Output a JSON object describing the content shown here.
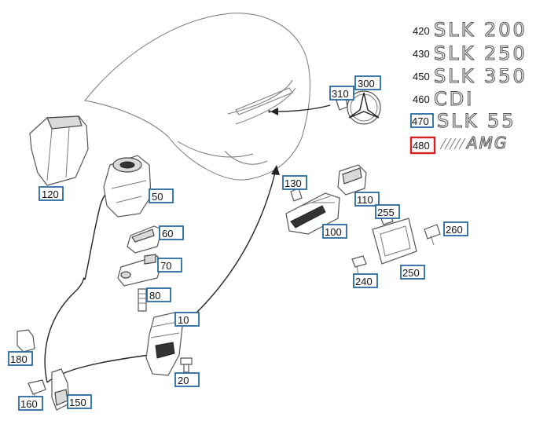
{
  "diagram": {
    "callouts": [
      {
        "id": "c120",
        "label": "120"
      },
      {
        "id": "c50",
        "label": "50"
      },
      {
        "id": "c60",
        "label": "60"
      },
      {
        "id": "c70",
        "label": "70"
      },
      {
        "id": "c80",
        "label": "80"
      },
      {
        "id": "c10",
        "label": "10"
      },
      {
        "id": "c20",
        "label": "20"
      },
      {
        "id": "c180",
        "label": "180"
      },
      {
        "id": "c160",
        "label": "160"
      },
      {
        "id": "c150",
        "label": "150"
      },
      {
        "id": "c130",
        "label": "130"
      },
      {
        "id": "c110",
        "label": "110"
      },
      {
        "id": "c100",
        "label": "100"
      },
      {
        "id": "c255",
        "label": "255"
      },
      {
        "id": "c260",
        "label": "260"
      },
      {
        "id": "c240",
        "label": "240"
      },
      {
        "id": "c250",
        "label": "250"
      },
      {
        "id": "c310",
        "label": "310"
      },
      {
        "id": "c300",
        "label": "300"
      },
      {
        "id": "c470",
        "label": "470"
      },
      {
        "id": "c480",
        "label": "480",
        "highlighted": true
      }
    ],
    "emblems": [
      {
        "number": "420",
        "text": "SLK 200"
      },
      {
        "number": "430",
        "text": "SLK 250"
      },
      {
        "number": "450",
        "text": "SLK 350"
      },
      {
        "number": "460",
        "text": "CDI"
      },
      {
        "number": "470",
        "text": "SLK 55"
      },
      {
        "number": "480",
        "text": "AMG"
      }
    ],
    "colors": {
      "callout_border": "#2a6aa0",
      "highlight_border": "#d62020",
      "line": "#222222"
    }
  }
}
